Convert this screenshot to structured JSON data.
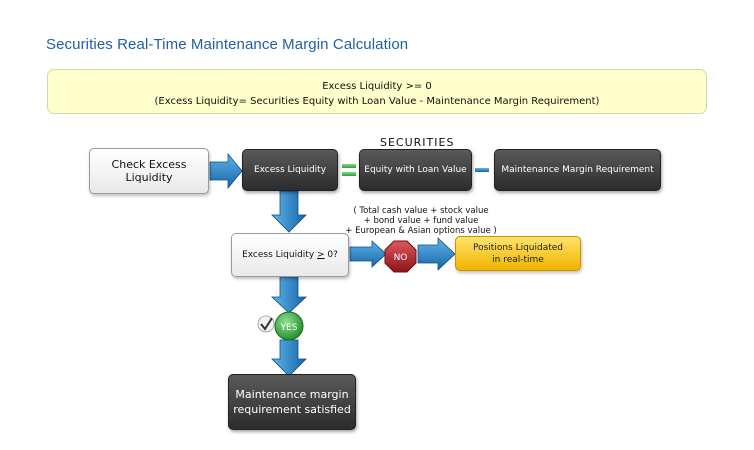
{
  "title": "Securities Real-Time Maintenance Margin Calculation",
  "formula": {
    "line1": "Excess Liquidity >= 0",
    "line2": "(Excess Liquidity= Securities Equity with Loan Value - Maintenance Margin Requirement)"
  },
  "nodes": {
    "check": "Check Excess Liquidity",
    "excess": "Excess Liquidity",
    "equity": "Equity with Loan Value",
    "maintenance": "Maintenance Margin Requirement",
    "decision_prefix": "Excess Liquidity ",
    "decision_op": ">",
    "decision_suffix": " 0?",
    "liquidated": "Positions Liquidated\nin real-time",
    "satisfied": "Maintenance margin\nrequirement satisfied"
  },
  "securities_label": "SECURITIES",
  "equity_note": "( Total cash value + stock value\n+ bond value + fund value\n+ European & Asian options value )",
  "badges": {
    "no": "NO",
    "yes": "YES"
  },
  "colors": {
    "title": "#1f5fa8",
    "formula_bg": "#ffffcc",
    "arrow_blue": "#1e7fc4",
    "equals_green": "#3cb54a",
    "no_red": "#b3202a",
    "yes_green": "#2e9e3a",
    "positions_yellow": "#f7c21f",
    "dark_box": "#3a3a3a"
  }
}
